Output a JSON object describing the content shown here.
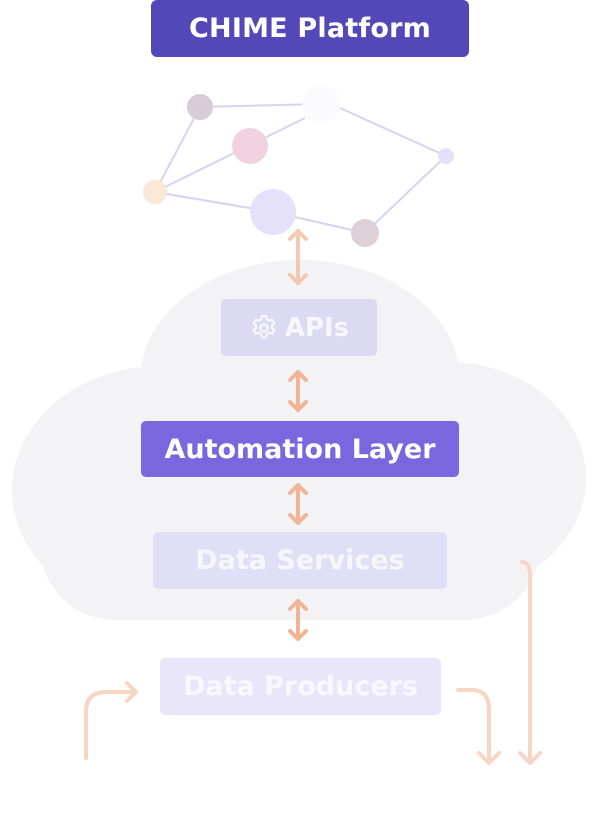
{
  "diagram": {
    "title": "CHIME Platform",
    "layers": {
      "apis": "APIs",
      "automation": "Automation Layer",
      "data_services": "Data Services",
      "data_producers": "Data Producers"
    }
  },
  "colors": {
    "title_bg": "#5447b7",
    "automation_bg": "#7a67df",
    "faded_box_bg": "#d6d2f2",
    "arrow": "#f1b596",
    "cloud": "#f3f3f5",
    "network_edge": "#d6d3f3"
  },
  "icons": {
    "apis": "gear-icon"
  }
}
